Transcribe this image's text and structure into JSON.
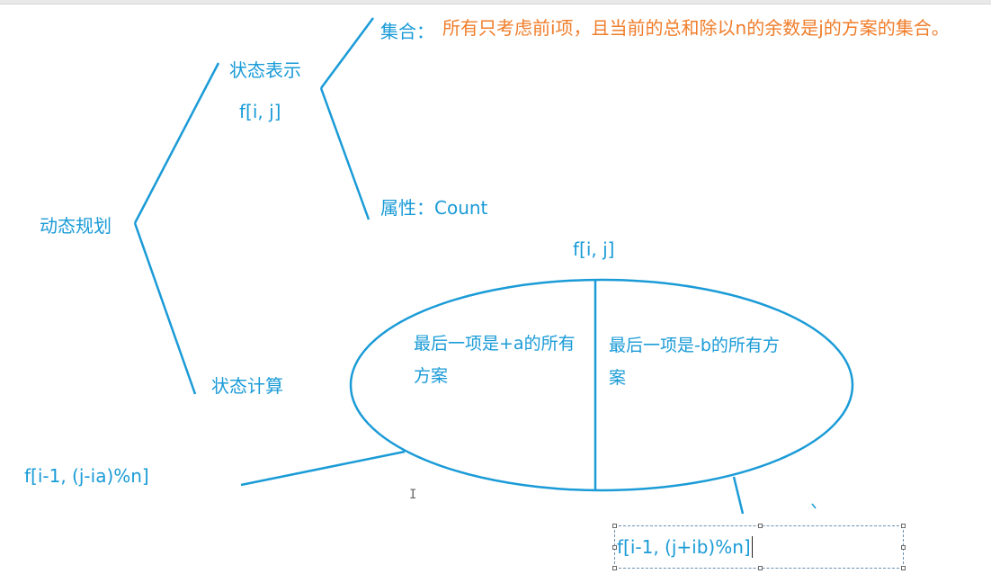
{
  "colors": {
    "accent": "#1a9bd7",
    "highlight": "#f07d2a"
  },
  "root": {
    "label": "动态规划"
  },
  "state_repr": {
    "label": "状态表示",
    "notation": "f[i, j]",
    "set_label": "集合：",
    "set_desc": "所有只考虑前i项，且当前的总和除以n的余数是j的方案的集合。",
    "attr_label": "属性：Count"
  },
  "state_calc": {
    "label": "状态计算"
  },
  "partition": {
    "title": "f[i, j]",
    "left_text": "最后一项是+a的所有方案",
    "right_text": "最后一项是-b的所有方案",
    "left_formula": "f[i-1, (j-ia)%n]",
    "right_formula": "f[i-1, (j+ib)%n]"
  }
}
